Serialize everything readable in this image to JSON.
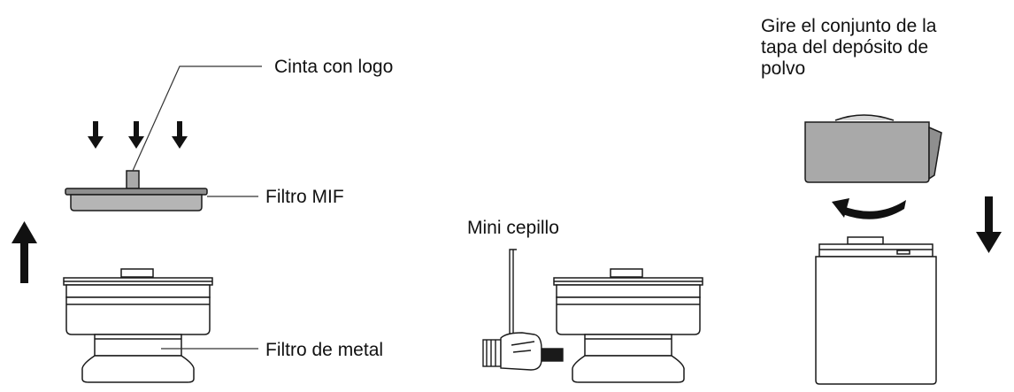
{
  "labels": {
    "logo_tape": "Cinta con logo",
    "mif_filter": "Filtro MIF",
    "metal_filter": "Filtro de metal",
    "mini_brush": "Mini cepillo",
    "rotate_instruction": "Gire el conjunto de la tapa del depósito de polvo"
  },
  "colors": {
    "outline": "#1a1a1a",
    "fill_light": "#d6d6d6",
    "fill_mid": "#a9a9a9",
    "fill_dark": "#8f8f8f",
    "leader_line": "#333333"
  }
}
